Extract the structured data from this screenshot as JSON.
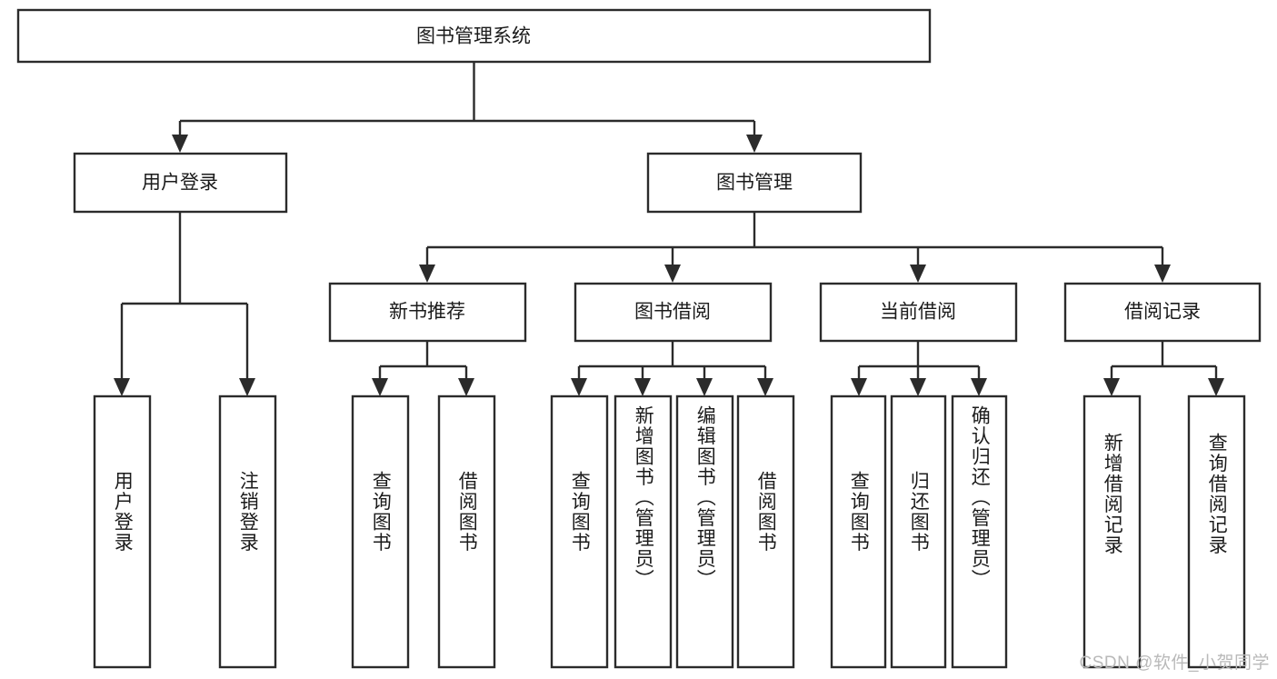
{
  "diagram": {
    "type": "tree-hierarchy",
    "title": "图书管理系统",
    "watermark": "CSDN @软件_小贺同学",
    "colors": {
      "box_fill": "#ffffff",
      "box_stroke": "#2b2b2b",
      "text": "#1b1b1b",
      "background": "#ffffff",
      "watermark": "#b9b9b9"
    },
    "levels": {
      "root": {
        "label": "图书管理系统"
      },
      "level2": [
        {
          "label": "用户登录"
        },
        {
          "label": "图书管理"
        }
      ],
      "level3": [
        {
          "label": "新书推荐"
        },
        {
          "label": "图书借阅"
        },
        {
          "label": "当前借阅"
        },
        {
          "label": "借阅记录"
        }
      ]
    },
    "nodes": {
      "root": "图书管理系统",
      "user_login": "用户登录",
      "book_mgmt": "图书管理",
      "new_book_rec": "新书推荐",
      "book_borrow": "图书借阅",
      "current_borrow": "当前借阅",
      "borrow_record": "借阅记录"
    },
    "leaves": {
      "user_login_children": [
        {
          "label": "用户登录"
        },
        {
          "label": "注销登录"
        }
      ],
      "new_book_rec_children": [
        {
          "label": "查询图书"
        },
        {
          "label": "借阅图书"
        }
      ],
      "book_borrow_children": [
        {
          "label": "查询图书"
        },
        {
          "label": "新增图书（管理员）"
        },
        {
          "label": "编辑图书（管理员）"
        },
        {
          "label": "借阅图书"
        }
      ],
      "current_borrow_children": [
        {
          "label": "查询图书"
        },
        {
          "label": "归还图书"
        },
        {
          "label": "确认归还（管理员）"
        }
      ],
      "borrow_record_children": [
        {
          "label": "新增借阅记录"
        },
        {
          "label": "查询借阅记录"
        }
      ]
    }
  }
}
